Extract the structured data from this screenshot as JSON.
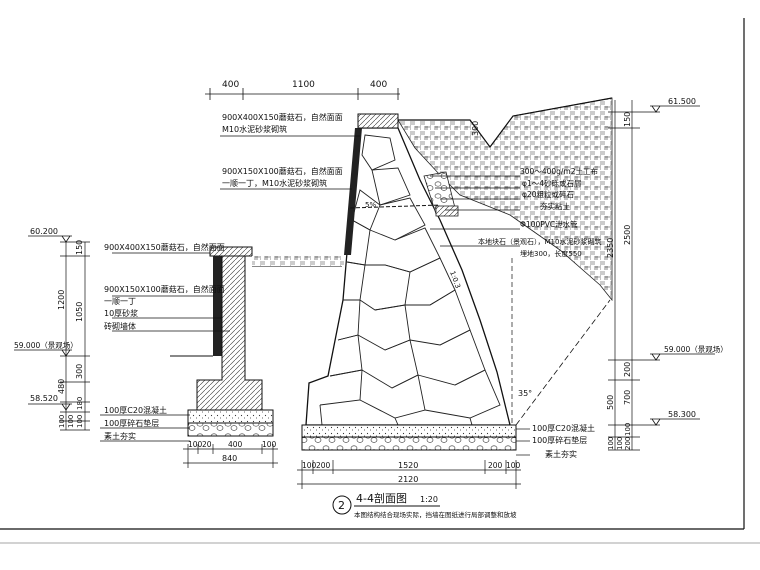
{
  "drawing": {
    "title": "4-4剖面图",
    "scale": "1:20",
    "number": "2",
    "note": "本图结构结合现场实际，挡墙在图纸进行局部调整和放坡"
  },
  "top_dims": [
    "400",
    "1100",
    "400"
  ],
  "elevations": {
    "e61500": "61.500",
    "e60200": "60.200",
    "e59000_left": "59.000（景观场）",
    "e59000_right": "59.000（景观场）",
    "e58520": "58.520",
    "e58300": "58.300"
  },
  "labels": {
    "cap_main_1": "900X400X150蘑菇石，自然面面",
    "cap_main_2": "M10水泥砂浆砌筑",
    "face_main_1": "900X150X100蘑菇石，自然面面",
    "face_main_2": "一顺一丁，M10水泥砂浆砌筑",
    "r_geo": "300～400g/m2土工布",
    "r_sand": "φ1～4砂砾或石屑",
    "r_gravel": "φ20粗粒或碎石",
    "r_clay": "夯实粘土",
    "r_pipe": "Φ100PVC泄水管",
    "r_stone_1": "本地块石（景观石），M10水泥砂浆砌筑",
    "r_stone_2": "埋地300，长度550",
    "l_cap": "900X400X150蘑菇石，自然面面",
    "l_face_1": "900X150X100蘑菇石，自然面面",
    "l_face_2": "一顺一丁",
    "l_brick": "10厚砂浆",
    "l_wall": "砖砌墙体",
    "l_c20": "100厚C20混凝土",
    "l_gravel": "100厚碎石垫层",
    "l_soil": "素土夯实",
    "r_c20": "100厚C20混凝土",
    "r_gravel2": "100厚碎石垫层",
    "r_soil": "素土夯实",
    "slope_1": "1:0.3",
    "slope_2": "5%",
    "angle": "35°",
    "dim_300": "300"
  },
  "left_dims": [
    "150",
    "1200",
    "1050",
    "300",
    "480",
    "100",
    "100",
    "180",
    "100"
  ],
  "right_dims_outer": [
    "150",
    "2500",
    "200",
    "700",
    "100",
    "200"
  ],
  "right_dims_inner": [
    "2350",
    "500",
    "100",
    "100"
  ],
  "bottom_dims_left": [
    "100",
    "20",
    "400",
    "100"
  ],
  "bottom_total_left": "840",
  "bottom_dims_right": [
    "100",
    "200",
    "1520",
    "200",
    "100"
  ],
  "bottom_total_right": "2120"
}
